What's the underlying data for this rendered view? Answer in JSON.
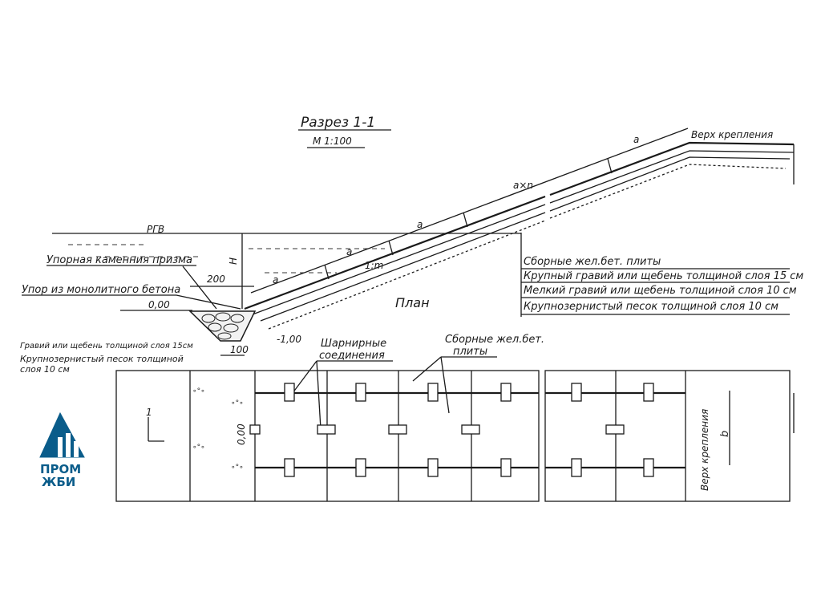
{
  "section": {
    "title": "Разрез 1-1",
    "scale": "М 1:100",
    "top_label": "Верх крепления",
    "dim_a": "a",
    "dim_an": "a×n",
    "slope": "1:m",
    "water_level": "РГВ",
    "height": "H",
    "width_top": "200",
    "width_bottom": "100",
    "level_zero": "0,00",
    "level_minus": "-1,00",
    "callouts": {
      "prism": "Упорная каменния призма",
      "stop": "Упор из монолитного бетона",
      "gravel": "Гравий или щебень толщиной слоя 15см",
      "sand_1": "Крупнозернистый песок толщиной",
      "sand_2": "слоя 10 см"
    }
  },
  "legend": [
    "Сборные жел.бет. плиты",
    "Крупный гравий или щебень толщиной слоя 15 см",
    "Мелкий гравий или щебень толщиной слоя 10 см",
    "Крупнозернистый песок толщиной слоя 10 см"
  ],
  "plan": {
    "title": "План",
    "joints_1": "Шарнирные",
    "joints_2": "соединения",
    "slabs_1": "Сборные жел.бет.",
    "slabs_2": "плиты",
    "level": "0,00",
    "dim_b": "b",
    "top_label": "Верх крепления",
    "section_mark": "1"
  },
  "logo": {
    "line1": "ПРОМ",
    "line2": "ЖБИ",
    "color": "#0a5c8a"
  }
}
